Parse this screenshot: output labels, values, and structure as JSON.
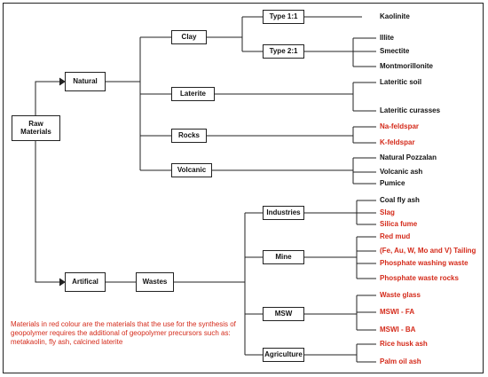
{
  "colors": {
    "highlight": "#d42a1a",
    "text": "#111111",
    "line": "#222222"
  },
  "nodes": {
    "raw": "Raw Materials",
    "natural": "Natural",
    "artifical": "Artifical",
    "wastes": "Wastes",
    "clay": "Clay",
    "laterite": "Laterite",
    "rocks": "Rocks",
    "volcanic": "Volcanic",
    "type11": "Type 1:1",
    "type21": "Type 2:1",
    "industries": "Industries",
    "mine": "Mine",
    "msw": "MSW",
    "agriculture": "Agriculture"
  },
  "leaves": {
    "kaolinite": "Kaolinite",
    "illite": "Illite",
    "smectite": "Smectite",
    "montmorillonite": "Montmorillonite",
    "lateritic_soil": "Lateritic soil",
    "lateritic_curasses": "Lateritic curasses",
    "na_feldspar": "Na-feldspar",
    "k_feldspar": "K-feldspar",
    "natural_pozzalan": "Natural Pozzalan",
    "volcanic_ash": "Volcanic ash",
    "pumice": "Pumice",
    "coal_fly_ash": "Coal fly ash",
    "slag": "Slag",
    "silica_fume": "Silica fume",
    "red_mud": "Red mud",
    "tailing": "(Fe, Au, W, Mo and V) Tailing",
    "phosphate_washing": "Phosphate washing waste",
    "phosphate_rocks": "Phosphate waste rocks",
    "waste_glass": "Waste glass",
    "mswi_fa": "MSWI - FA",
    "mswi_ba": "MSWI - BA",
    "rice_husk": "Rice husk ash",
    "palm_oil": "Palm oil ash"
  },
  "note": "Materials in red colour are the materials that the use for the synthesis of geopolymer requires the additional of geopolymer precursors such as: metakaolin, fly ash, calcined laterite"
}
